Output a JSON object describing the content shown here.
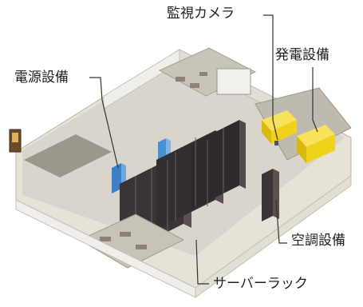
{
  "callouts": {
    "camera": "監視カメラ",
    "power_generation": "発電設備",
    "power_source": "電源設備",
    "air_conditioning": "空調設備",
    "server_rack": "サーバーラック"
  },
  "colors": {
    "rack": "#3a3436",
    "rack_highlight": "#5a5052",
    "generator": "#f0d21a",
    "power_unit": "#4a8fd0",
    "floor": "#d9d5cc",
    "wall": "#eeece6",
    "leader_line": "#333333"
  }
}
